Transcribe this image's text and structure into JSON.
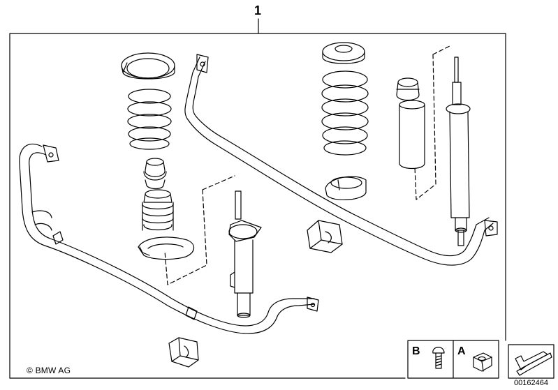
{
  "diagram": {
    "kit_number": "1",
    "copyright": "© BMW AG",
    "legend": {
      "b_label": "B",
      "a_label": "A"
    },
    "diagram_id": "00162464"
  }
}
